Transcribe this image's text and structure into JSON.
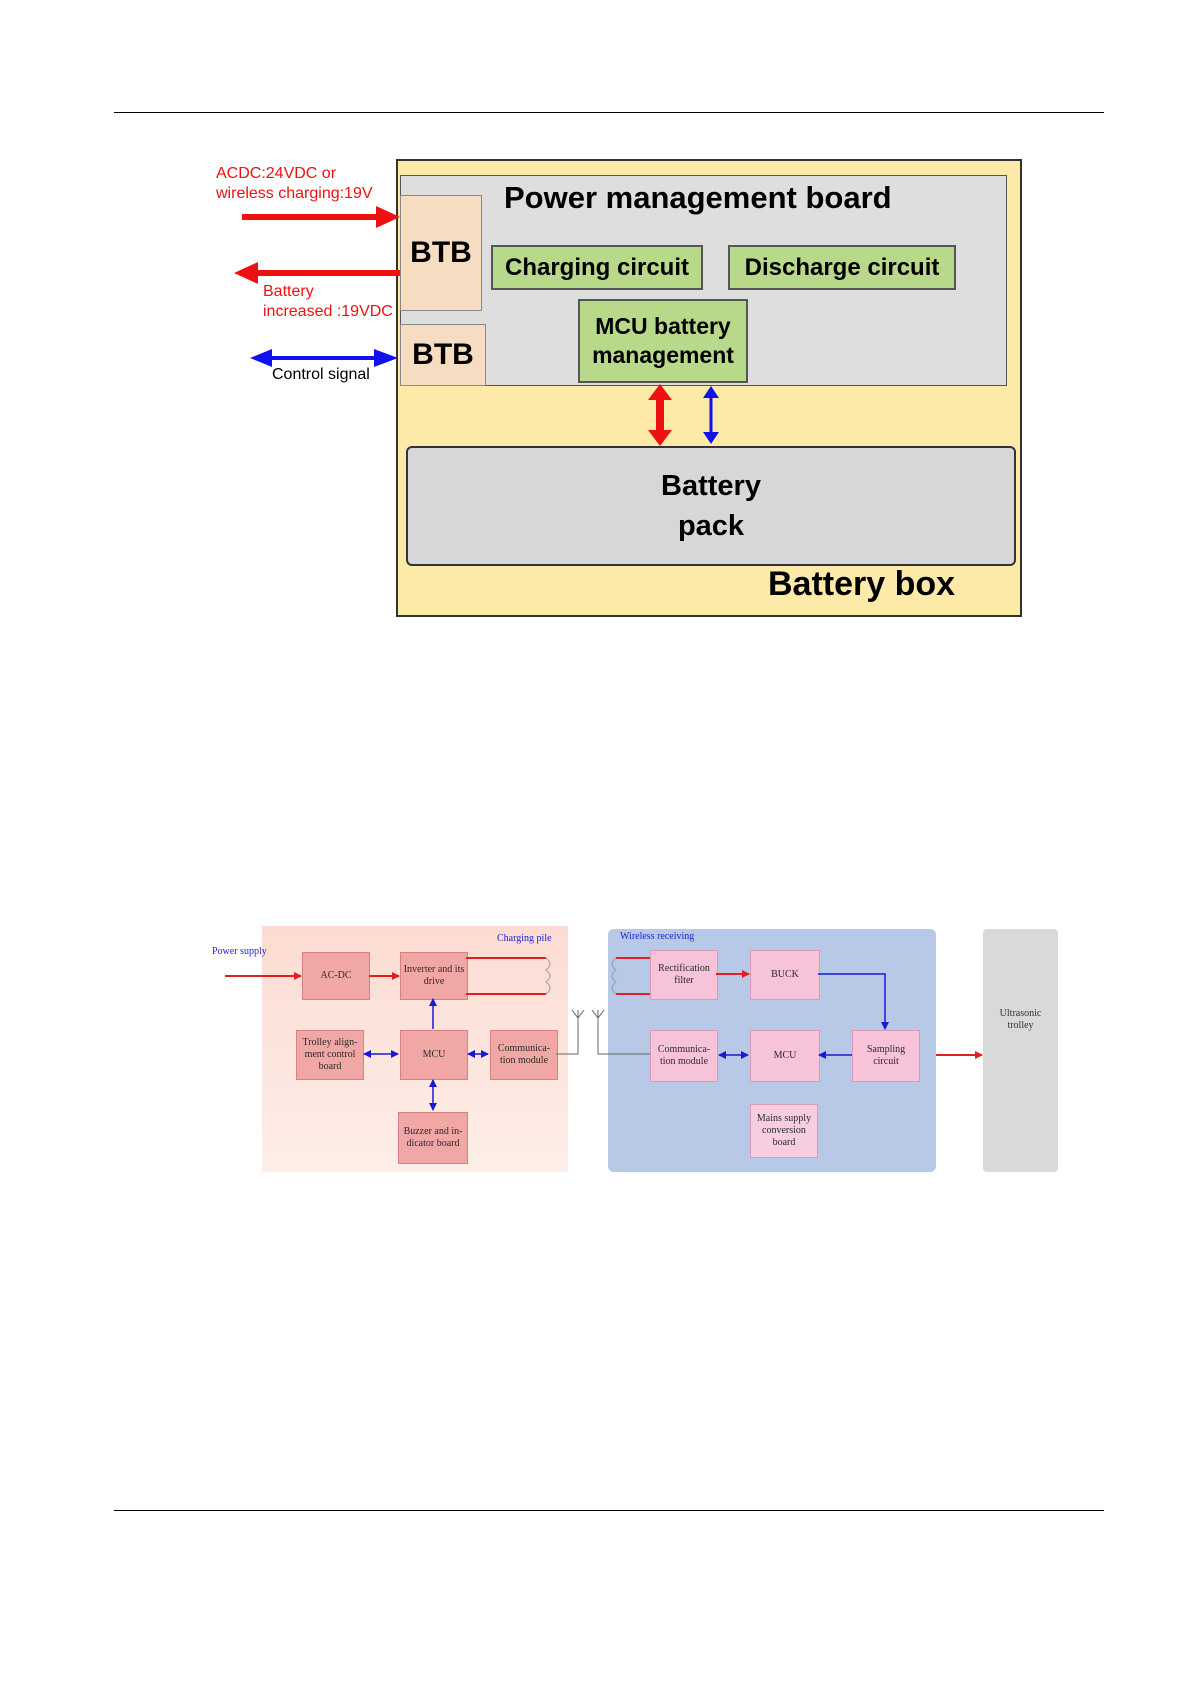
{
  "power_diagram": {
    "board_title": "Power management board",
    "btb_top": "BTB",
    "btb_bottom": "BTB",
    "charging_circuit": "Charging circuit",
    "discharge_circuit": "Discharge circuit",
    "mcu_line1": "MCU battery",
    "mcu_line2": "management",
    "battery_pack_line1": "Battery",
    "battery_pack_line2": "pack",
    "battery_box": "Battery box",
    "input_line1": "ACDC:24VDC or",
    "input_line2": "wireless charging:19V",
    "output_line1": "Battery",
    "output_line2": "increased :19VDC",
    "control_signal": "Control signal",
    "colors": {
      "power_arrow": "#ee1111",
      "signal_arrow": "#1111ee",
      "board": "#dedede",
      "box": "#fde9a8",
      "circuit": "#b8d88a"
    }
  },
  "wireless_diagram": {
    "power_supply": "Power supply",
    "charging_pile": "Charging pile",
    "wireless_receiving": "Wireless receiving",
    "ac_dc": "AC-DC",
    "inverter_line1": "Inverter and its",
    "inverter_line2": "drive",
    "trolley_line1": "Trolley align-",
    "trolley_line2": "ment control",
    "trolley_line3": "board",
    "mcu_left": "MCU",
    "comm_left_line1": "Communica-",
    "comm_left_line2": "tion module",
    "buzzer_line1": "Buzzer and in-",
    "buzzer_line2": "dicator board",
    "rect_line1": "Rectification",
    "rect_line2": "filter",
    "buck": "BUCK",
    "comm_right_line1": "Communica-",
    "comm_right_line2": "tion module",
    "mcu_right": "MCU",
    "sampling_line1": "Sampling",
    "sampling_line2": "circuit",
    "mains_line1": "Mains supply",
    "mains_line2": "conversion",
    "mains_line3": "board",
    "ultrasonic_line1": "Ultrasonic",
    "ultrasonic_line2": "trolley",
    "colors": {
      "power_arrow": "#e02020",
      "signal_arrow": "#1a1ad0",
      "pile_bg": "#fbe2d9",
      "receive_bg": "#b7c9e6",
      "trolley_bg": "#d9d9d9"
    }
  }
}
